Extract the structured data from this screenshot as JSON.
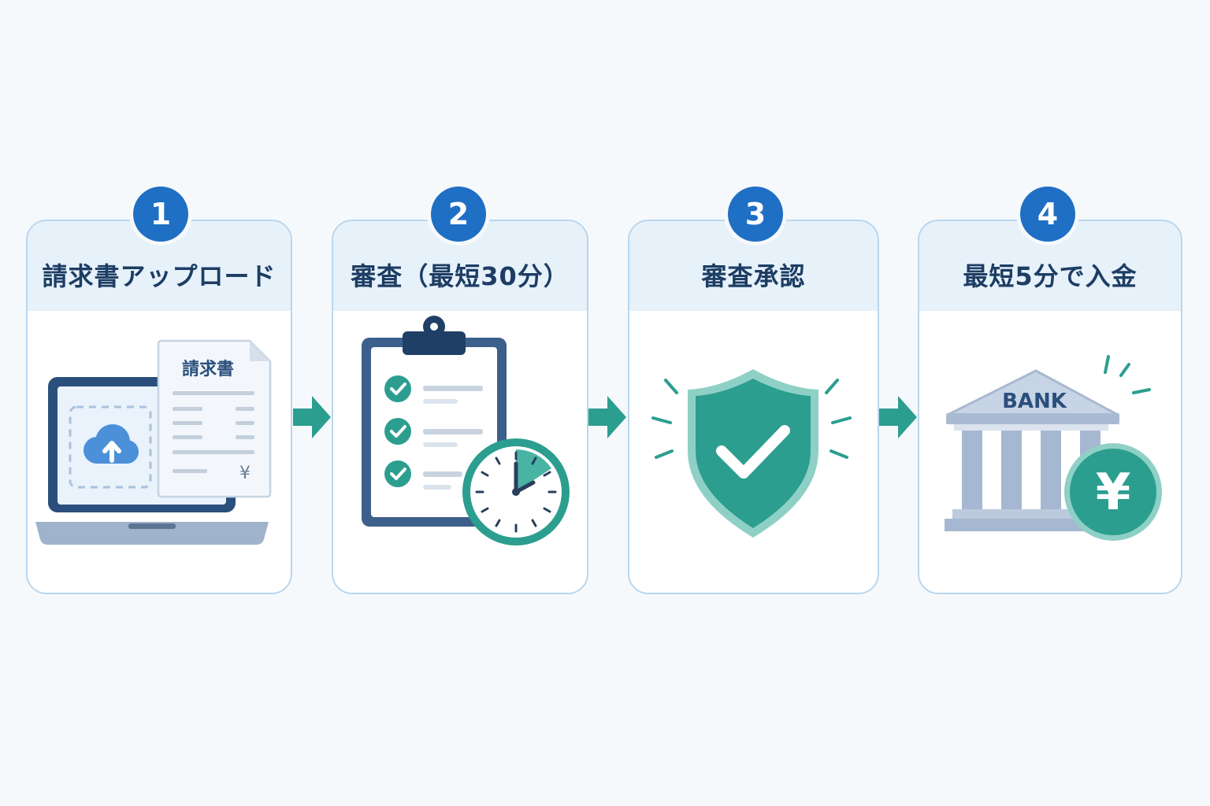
{
  "steps": [
    {
      "number": "1",
      "title": "請求書アップロード",
      "icon": "laptop-upload-icon",
      "document_title": "請求書",
      "currency_symbol": "¥"
    },
    {
      "number": "2",
      "title": "審査（最短30分）",
      "icon": "clipboard-clock-icon"
    },
    {
      "number": "3",
      "title": "審査承認",
      "icon": "shield-check-icon"
    },
    {
      "number": "4",
      "title": "最短5分で入金",
      "icon": "bank-yen-icon",
      "bank_label": "BANK",
      "currency_symbol": "¥"
    }
  ],
  "colors": {
    "badge": "#1f6fc4",
    "title": "#1d3d63",
    "accent_teal": "#2c9e8f",
    "card_border": "#b9d6ee",
    "card_header": "#e6f1fa",
    "navy": "#2a4f7c"
  }
}
